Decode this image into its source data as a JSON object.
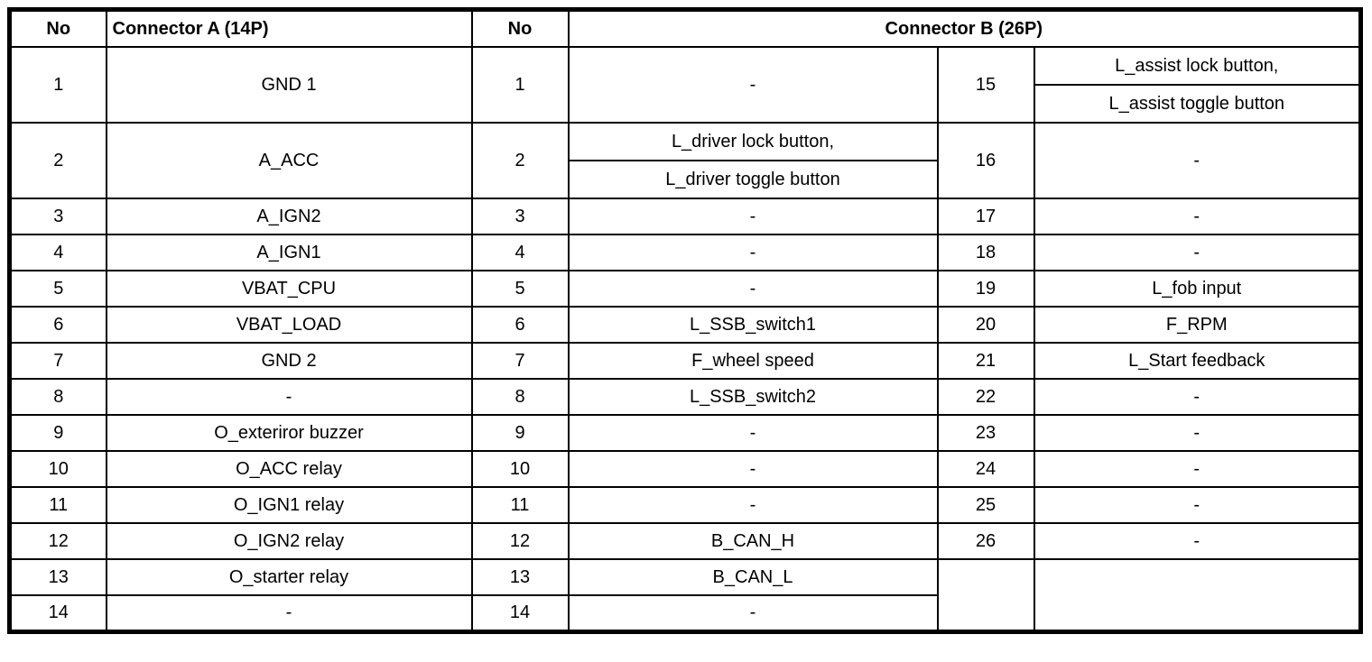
{
  "page": {
    "background_color": "#ffffff",
    "line_color": "#000000",
    "text_color": "#000000"
  },
  "table": {
    "headers": {
      "no_a": "No",
      "connector_a": "Connector A (14P)",
      "no_b": "No",
      "connector_b": "Connector B (26P)"
    },
    "rows": [
      {
        "a_no": "1",
        "a_desc": "GND 1",
        "b_no": "1",
        "b_desc": "-",
        "c_no": "15",
        "c_desc_line1": "L_assist lock button,",
        "c_desc_line2": "L_assist toggle button"
      },
      {
        "a_no": "2",
        "a_desc": "A_ACC",
        "b_no": "2",
        "b_desc_line1": "L_driver lock button,",
        "b_desc_line2": "L_driver toggle button",
        "c_no": "16",
        "c_desc": "-"
      },
      {
        "a_no": "3",
        "a_desc": "A_IGN2",
        "b_no": "3",
        "b_desc": "-",
        "c_no": "17",
        "c_desc": "-"
      },
      {
        "a_no": "4",
        "a_desc": "A_IGN1",
        "b_no": "4",
        "b_desc": "-",
        "c_no": "18",
        "c_desc": "-"
      },
      {
        "a_no": "5",
        "a_desc": "VBAT_CPU",
        "b_no": "5",
        "b_desc": "-",
        "c_no": "19",
        "c_desc": "L_fob input"
      },
      {
        "a_no": "6",
        "a_desc": "VBAT_LOAD",
        "b_no": "6",
        "b_desc": "L_SSB_switch1",
        "c_no": "20",
        "c_desc": "F_RPM"
      },
      {
        "a_no": "7",
        "a_desc": "GND 2",
        "b_no": "7",
        "b_desc": "F_wheel speed",
        "c_no": "21",
        "c_desc": "L_Start feedback"
      },
      {
        "a_no": "8",
        "a_desc": "-",
        "b_no": "8",
        "b_desc": "L_SSB_switch2",
        "c_no": "22",
        "c_desc": "-"
      },
      {
        "a_no": "9",
        "a_desc": "O_exteriror buzzer",
        "b_no": "9",
        "b_desc": "-",
        "c_no": "23",
        "c_desc": "-"
      },
      {
        "a_no": "10",
        "a_desc": "O_ACC relay",
        "b_no": "10",
        "b_desc": "-",
        "c_no": "24",
        "c_desc": "-"
      },
      {
        "a_no": "11",
        "a_desc": "O_IGN1 relay",
        "b_no": "11",
        "b_desc": "-",
        "c_no": "25",
        "c_desc": "-"
      },
      {
        "a_no": "12",
        "a_desc": "O_IGN2 relay",
        "b_no": "12",
        "b_desc": "B_CAN_H",
        "c_no": "26",
        "c_desc": "-"
      },
      {
        "a_no": "13",
        "a_desc": "O_starter relay",
        "b_no": "13",
        "b_desc": "B_CAN_L",
        "c_no": "",
        "c_desc": ""
      },
      {
        "a_no": "14",
        "a_desc": "-",
        "b_no": "14",
        "b_desc": "-"
      }
    ]
  }
}
